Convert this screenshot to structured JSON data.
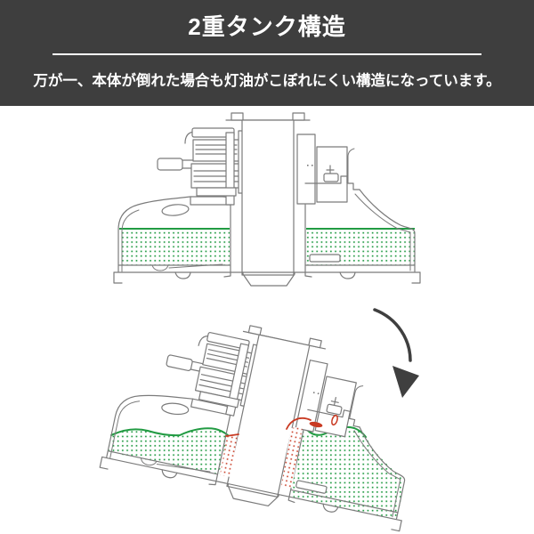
{
  "header": {
    "title": "2重タンク構造",
    "subtitle": "万が一、本体が倒れた場合も灯油がこぼれにくい構造になっています。"
  },
  "diagram": {
    "upright_view": "upright tank cross-section",
    "tilted_view": "tilted tank cross-section",
    "arrow_icon": "tilt-direction-arrow",
    "kerosene_pattern": "green dots",
    "trapped_kerosene_pattern": "red dots"
  },
  "colors": {
    "header_bg": "#3e3e3e",
    "text": "#ffffff",
    "line": "#7b7b7b",
    "green": "#229b43",
    "red": "#c93a22",
    "arrow": "#3f3f3f"
  }
}
